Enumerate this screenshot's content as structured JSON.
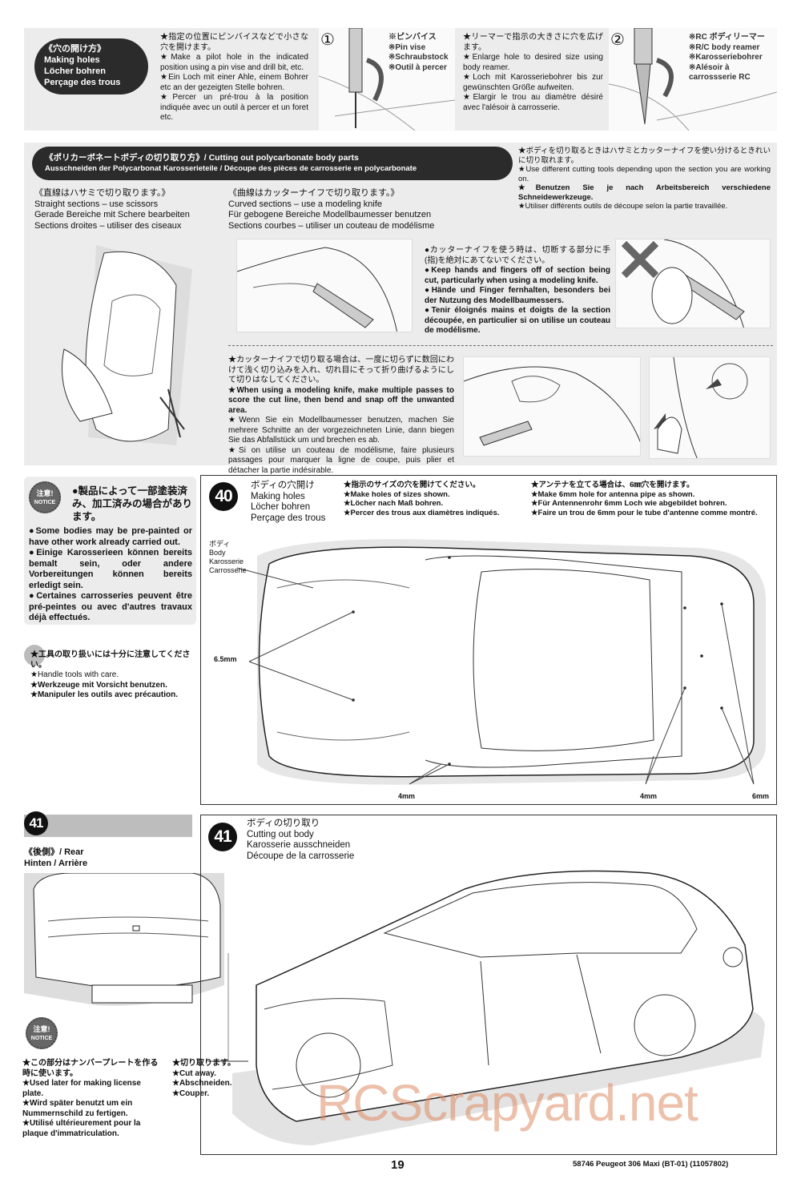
{
  "holes_section": {
    "title_jp": "《穴の開け方》",
    "title_en": "Making holes",
    "title_de": "Löcher bohren",
    "title_fr": "Perçage des trous",
    "step1": {
      "number": "①",
      "text_jp": "★指定の位置にピンバイスなどで小さな穴を開けます。",
      "text_en": "★Make a pilot hole in the indicated position using a pin vise and drill bit, etc.",
      "text_de": "★Ein Loch mit einer Ahle, einem Bohrer etc an der gezeigten Stelle bohren.",
      "text_fr": "★Percer un pré-trou à la position indiquée avec un outil à percer et un foret etc.",
      "tool_jp": "※ピンバイス",
      "tool_en": "※Pin vise",
      "tool_de": "※Schraubstock",
      "tool_fr": "※Outil à percer"
    },
    "step2": {
      "number": "②",
      "text_jp": "★リーマーで指示の大きさに穴を広げます。",
      "text_en": "★Enlarge hole to desired size using body reamer.",
      "text_de": "★Loch mit Karosseriebohrer bis zur gewünschten Größe aufweiten.",
      "text_fr": "★Elargir le trou au diamètre désiré avec l'alésoir à carrosserie.",
      "tool_jp": "※RC ボディリーマー",
      "tool_en": "※R/C body reamer",
      "tool_de": "※Karosseriebohrer",
      "tool_fr": "※Alésoir à carrossserie RC"
    }
  },
  "cutting_section": {
    "title_line1": "《ポリカーボネートボディの切り取り方》/ Cutting out polycarbonate body parts",
    "title_line2": "Ausschneiden der Polycarbonat Karosserieteile / Découpe des pièces de carrosserie en polycarbonate",
    "tip_jp": "★ボディを切り取るときはハサミとカッターナイフを使い分けるときれいに切り取れます。",
    "tip_en": "★Use different cutting tools depending upon the section you are working on.",
    "tip_de": "★Benutzen Sie je nach Arbeitsbereich verschiedene Schneidewerkzeuge.",
    "tip_fr": "★Utiliser différents outils de découpe selon la partie travaillée.",
    "straight": {
      "jp": "《直線はハサミで切り取ります。》",
      "en": "Straight sections – use scissors",
      "de": "Gerade Bereiche mit Schere bearbeiten",
      "fr": "Sections droites – utiliser des ciseaux"
    },
    "curved": {
      "jp": "《曲線はカッターナイフで切り取ります。》",
      "en": "Curved sections – use a modeling knife",
      "de": "Für gebogene Bereiche Modellbaumesser benutzen",
      "fr": "Sections courbes – utiliser un couteau de modélisme"
    },
    "caution_jp": "●カッターナイフを使う時は、切断する部分に手(指)を絶対にあてないでください。",
    "caution_en": "●Keep hands and fingers off of section being cut, particularly when using a modeling knife.",
    "caution_de": "●Hände und Finger fernhalten, besonders bei der Nutzung des Modellbaumessers.",
    "caution_fr": "●Tenir éloignés mains et doigts de la section découpée, en particulier si on utilise un couteau de modélisme.",
    "knife_jp": "★カッターナイフで切り取る場合は、一度に切らずに数回にわけて浅く切り込みを入れ、切れ目にそって折り曲げるようにして切りはなしてください。",
    "knife_en": "★When using a modeling knife, make multiple passes to score the cut line, then bend and snap off the unwanted area.",
    "knife_de": "★Wenn Sie ein Modellbaumesser benutzen, machen Sie mehrere Schnitte an der vorgezeichneten Linie, dann biegen Sie das Abfallstück um und brechen es ab.",
    "knife_fr": "★Si on utilise un couteau de modélisme, faire plusieurs passages pour marquer la ligne de coupe, puis plier et détacher la partie indésirable."
  },
  "notice1": {
    "badge_jp": "注意!",
    "badge_en": "NOTICE",
    "jp": "●製品によって一部塗装済み、加工済みの場合があります。",
    "en": "●Some bodies may be pre-painted or have other work already carried out.",
    "de": "●Einige Karosserieen können bereits bemalt sein, oder andere Vorbereitungen können bereits erledigt sein.",
    "fr": "●Certaines carrosseries peuvent être pré-peintes ou avec d'autres travaux déjà effectués."
  },
  "tools_care": {
    "jp": "★工具の取り扱いには十分に注意してください。",
    "en": "★Handle tools with care.",
    "de": "★Werkzeuge mit Vorsicht benutzen.",
    "fr": "★Manipuler les outils avec précaution."
  },
  "step40": {
    "number": "40",
    "title_jp": "ボディの穴開け",
    "title_en": "Making holes",
    "title_de": "Löcher bohren",
    "title_fr": "Perçage des trous",
    "inst1_jp": "★指示のサイズの穴を開けてください。",
    "inst1_en": "★Make holes of sizes shown.",
    "inst1_de": "★Löcher nach Maß bohren.",
    "inst1_fr": "★Percer des trous aux diamètres indiqués.",
    "inst2_jp": "★アンテナを立てる場合は、6㎜穴を開けます。",
    "inst2_en": "★Make 6mm hole for antenna pipe as shown.",
    "inst2_de": "★Für Antennenrohr 6mm Loch wie abgebildet bohren.",
    "inst2_fr": "★Faire un trou de 6mm pour le tube d'antenne comme montré.",
    "body_jp": "ボディ",
    "body_en": "Body",
    "body_de": "Karosserie",
    "body_fr": "Carrosserie",
    "dim_65": "6.5mm",
    "dim_4a": "4mm",
    "dim_4b": "4mm",
    "dim_6": "6mm"
  },
  "step41_rear": {
    "number": "41",
    "title_jp": "《後側》/ Rear",
    "title_de_fr": "Hinten / Arrière",
    "notice_badge_jp": "注意!",
    "notice_badge_en": "NOTICE",
    "note_jp": "★この部分はナンバープレートを作る時に使います。",
    "note_en": "★Used later for making license plate.",
    "note_de": "★Wird später benutzt um ein Nummernschild zu fertigen.",
    "note_fr": "★Utilisé ultérieurement pour la plaque d'immatriculation."
  },
  "step41": {
    "number": "41",
    "title_jp": "ボディの切り取り",
    "title_en": "Cutting out body",
    "title_de": "Karosserie ausschneiden",
    "title_fr": "Découpe de la carrosserie",
    "cut_jp": "★切り取ります。",
    "cut_en": "★Cut away.",
    "cut_de": "★Abschneiden.",
    "cut_fr": "★Couper."
  },
  "watermark": "RCScrapyard.net",
  "footer": {
    "page": "19",
    "product": "58746  Peugeot 306 Maxi (BT-01) (11057802)"
  }
}
